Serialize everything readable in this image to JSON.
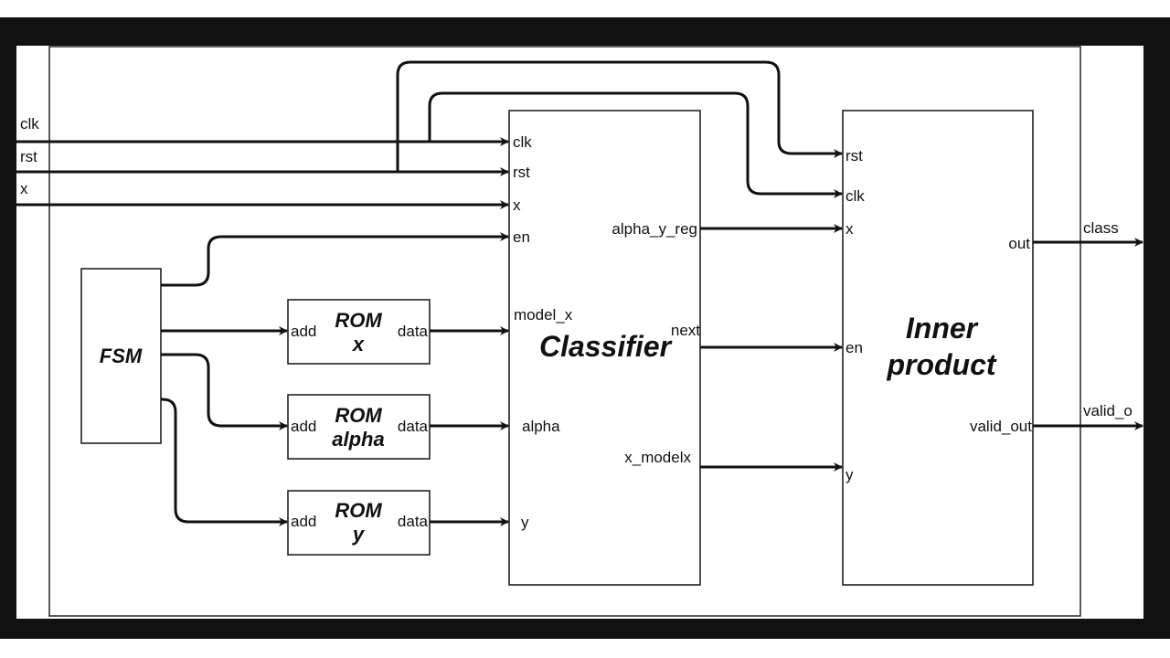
{
  "diagram": {
    "top_inputs": {
      "clk": "clk",
      "rst": "rst",
      "x": "x"
    },
    "fsm": {
      "title": "FSM"
    },
    "roms": [
      {
        "title": "ROM",
        "subtitle": "x",
        "in_port": "add",
        "out_port": "data"
      },
      {
        "title": "ROM",
        "subtitle": "alpha",
        "in_port": "add",
        "out_port": "data"
      },
      {
        "title": "ROM",
        "subtitle": "y",
        "in_port": "add",
        "out_port": "data"
      }
    ],
    "classifier": {
      "title": "Classifier",
      "inputs": [
        "clk",
        "rst",
        "x",
        "en",
        "model_x",
        "alpha",
        "y"
      ],
      "outputs": [
        "alpha_y_reg",
        "next",
        "x_modelx"
      ]
    },
    "inner_product": {
      "title_line1": "Inner",
      "title_line2": "product",
      "inputs": [
        "rst",
        "clk",
        "x",
        "en",
        "y"
      ],
      "outputs": [
        "out",
        "valid_out"
      ]
    },
    "top_outputs": {
      "class": "class",
      "valid": "valid_o"
    }
  }
}
